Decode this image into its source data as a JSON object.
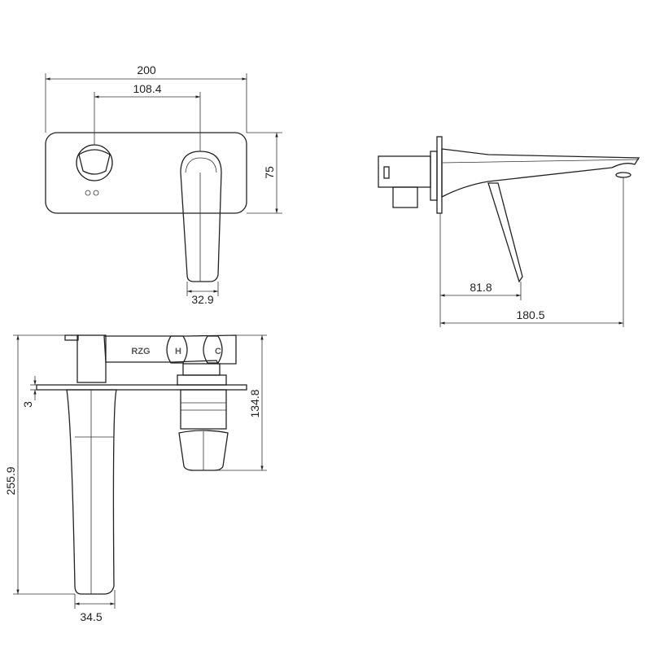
{
  "drawing": {
    "front_view": {
      "dim_overall_width": "200",
      "dim_centers": "108.4",
      "dim_height": "75",
      "dim_handle_width": "32.9"
    },
    "side_view": {
      "dim_handle_projection": "81.8",
      "dim_spout_projection": "180.5"
    },
    "top_view": {
      "dim_body_depth": "134.8",
      "dim_plate_thickness": "3",
      "dim_spout_length": "255.9",
      "dim_spout_width": "34.5",
      "label_hot": "H",
      "label_cold": "C",
      "engraving": "RZG"
    },
    "line_color": "#222222"
  }
}
